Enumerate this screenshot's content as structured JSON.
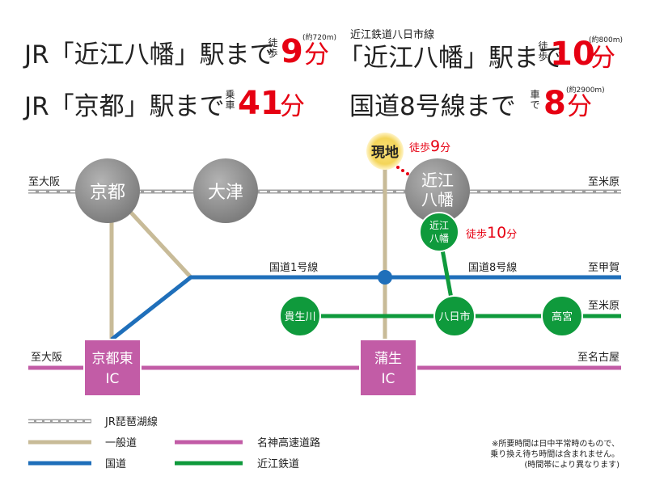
{
  "header": {
    "r1l": {
      "title": "JR「近江八幡」駅まで",
      "mode_chars": [
        "徒",
        "歩"
      ],
      "number": "9",
      "unit": "分",
      "approx": "(約720m)"
    },
    "r1r": {
      "subtitle": "近江鉄道八日市線",
      "title": "「近江八幡」駅まで",
      "mode_chars": [
        "徒",
        "歩"
      ],
      "number": "10",
      "unit": "分",
      "approx": "(約800m)"
    },
    "r2l": {
      "title": "JR「京都」駅まで",
      "mode_chars": [
        "乗",
        "車"
      ],
      "number": "41",
      "unit": "分"
    },
    "r2r": {
      "title": "国道8号線まで",
      "mode_chars": [
        "車",
        "で"
      ],
      "number": "8",
      "unit": "分",
      "approx": "(約2900m)"
    }
  },
  "map": {
    "current_location": "現地",
    "walk_jr_label": "徒歩",
    "walk_jr_num": "9",
    "walk_jr_unit": "分",
    "walk_ohmi_label": "徒歩",
    "walk_ohmi_num": "10",
    "walk_ohmi_unit": "分",
    "stations": {
      "kyoto": "京都",
      "otsu": "大津",
      "omi_line1": "近江",
      "omi_line2": "八幡",
      "omi_rail_line1": "近江",
      "omi_rail_line2": "八幡",
      "kibukawa": "貴生川",
      "yokaichi": "八日市",
      "takamiya": "高宮"
    },
    "ic": {
      "kyoto_east_line1": "京都東",
      "kyoto_east_line2": "IC",
      "gamo_line1": "蒲生",
      "gamo_line2": "IC"
    },
    "directions": {
      "jr_left": "至大阪",
      "jr_right": "至米原",
      "route1": "国道1号線",
      "route8": "国道8号線",
      "to_koka": "至甲賀",
      "ohmi_right": "至米原",
      "exp_left": "至大阪",
      "exp_right": "至名古屋"
    }
  },
  "legend": {
    "jr": "JR琵琶湖線",
    "general_road": "一般道",
    "national_road": "国道",
    "expressway": "名神高速道路",
    "ohmi_railway": "近江鉄道"
  },
  "note": {
    "line1": "※所要時間は日中平常時のもので、",
    "line2": "乗り換え待ち時間は含まれません。",
    "line3": "(時間帯により異なります)"
  },
  "colors": {
    "jr_line": "#9e9e9e",
    "general_road": "#c8bb98",
    "national_road": "#1f6fba",
    "expressway": "#c25ca6",
    "ohmi_railway": "#0f9a3c",
    "accent_red": "#e60012",
    "station_gray": "#8c8c8c",
    "current_yellow": "#f6d84a"
  }
}
